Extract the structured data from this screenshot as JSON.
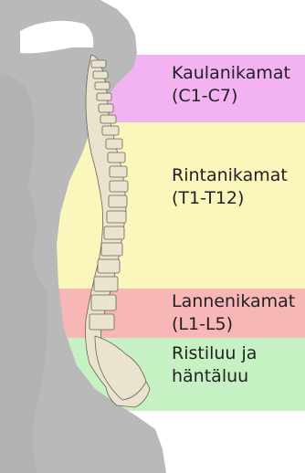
{
  "regions": [
    {
      "id": "cervical",
      "line1": "Kaulanikamat",
      "line2": "(C1-C7)",
      "color": "#f3b3f3"
    },
    {
      "id": "thoracic",
      "line1": "Rintanikamat",
      "line2": "(T1-T12)",
      "color": "#fbf6bc"
    },
    {
      "id": "lumbar",
      "line1": "Lannenikamat",
      "line2": "(L1-L5)",
      "color": "#f7b7b7"
    },
    {
      "id": "sacral",
      "line1": "Ristiluu ja",
      "line2": "häntäluu",
      "color": "#c6f1c2"
    }
  ],
  "colors": {
    "silhouette": "#b9b9b9",
    "bone": "#e9e3cf",
    "bone_outline": "#6b6350"
  }
}
